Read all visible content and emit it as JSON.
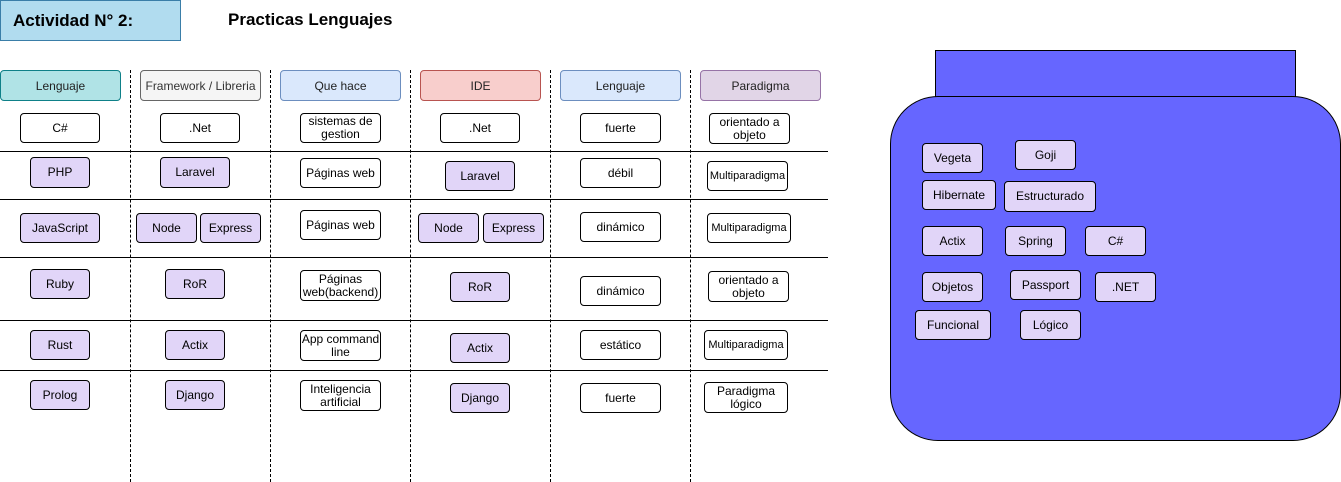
{
  "title": "Actividad N° 2:",
  "subtitle": "Practicas Lenguajes",
  "colors": {
    "title_fill": "#b1dcef",
    "purple_fill": "#e1d5f8",
    "jar_fill": "#6666ff",
    "header_lenguaje_1": "#b0e3e6",
    "header_framework": "#f5f5f5",
    "header_que_hace": "#dae8fc",
    "header_ide": "#f8cecc",
    "header_lenguaje_2": "#dae8fc",
    "header_paradigma": "#e1d5e7"
  },
  "headers": [
    "Lenguaje",
    "Framework / Libreria",
    "Que hace",
    "IDE",
    "Lenguaje",
    "Paradigma"
  ],
  "rows": [
    {
      "lenguaje": "C#",
      "framework": [
        ".Net"
      ],
      "que_hace": "sistemas de gestion",
      "ide": [
        ".Net"
      ],
      "tipo": "fuerte",
      "paradigma": "orientado a objeto"
    },
    {
      "lenguaje": "PHP",
      "framework": [
        "Laravel"
      ],
      "que_hace": "Páginas web",
      "ide": [
        "Laravel"
      ],
      "tipo": "débil",
      "paradigma": "Multiparadigma"
    },
    {
      "lenguaje": "JavaScript",
      "framework": [
        "Node",
        "Express"
      ],
      "que_hace": "Páginas web",
      "ide": [
        "Node",
        "Express"
      ],
      "tipo": "dinámico",
      "paradigma": "Multiparadigma"
    },
    {
      "lenguaje": "Ruby",
      "framework": [
        "RoR"
      ],
      "que_hace": "Páginas web(backend)",
      "ide": [
        "RoR"
      ],
      "tipo": "dinámico",
      "paradigma": "orientado a objeto"
    },
    {
      "lenguaje": "Rust",
      "framework": [
        "Actix"
      ],
      "que_hace": "App command line",
      "ide": [
        "Actix"
      ],
      "tipo": "estático",
      "paradigma": "Multiparadigma"
    },
    {
      "lenguaje": "Prolog",
      "framework": [
        "Django"
      ],
      "que_hace": "Inteligencia artificial",
      "ide": [
        "Django"
      ],
      "tipo": "fuerte",
      "paradigma": "Paradigma lógico"
    }
  ],
  "jar_items": [
    "Vegeta",
    "Goji",
    "Hibernate",
    "Estructurado",
    "Actix",
    "Spring",
    "C#",
    "Objetos",
    "Passport",
    ".NET",
    "Funcional",
    "Lógico"
  ]
}
